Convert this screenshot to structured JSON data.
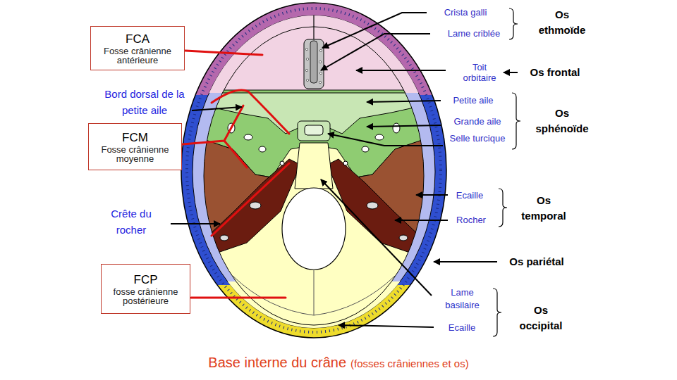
{
  "diagram": {
    "caption": "Base interne du crâne",
    "nodes": [
      {
        "text": [
          "FCA",
          "Fosse crânienne antérieure"
        ]
      },
      {
        "text": [
          "FCM",
          "Fosse crânienne moyenne"
        ]
      },
      {
        "text": [
          "FCP",
          "fosse crânienne postérieure"
        ]
      }
    ],
    "labels": [
      "Crista galli",
      "Os ethmoïde",
      "Lame criblée",
      "Toit orbitaire",
      "Os frontal",
      "Bord dorsal de la petite aile",
      "Petite aile",
      "Os sphénoïde",
      "Grande aile",
      "Selle turcique",
      "Ecaille",
      "Os temporal",
      "Crête du rocher",
      "Rocher",
      "Os pariétal",
      "Lame basilaire",
      "Os occipital",
      "Ecaille",
      "(fosses crâniennes et os)"
    ]
  }
}
